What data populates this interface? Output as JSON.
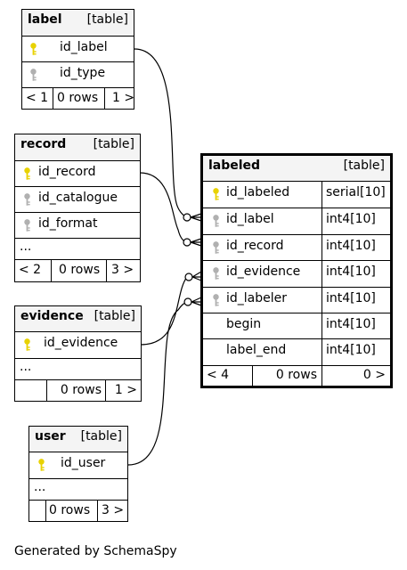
{
  "tables": {
    "label": {
      "name": "label",
      "type": "[table]",
      "columns": [
        {
          "name": "id_label",
          "key": "primary"
        },
        {
          "name": "id_type",
          "key": "foreign"
        }
      ],
      "footer": [
        "< 1",
        "0 rows",
        "1 >"
      ]
    },
    "record": {
      "name": "record",
      "type": "[table]",
      "columns": [
        {
          "name": "id_record",
          "key": "primary"
        },
        {
          "name": "id_catalogue",
          "key": "foreign"
        },
        {
          "name": "id_format",
          "key": "foreign"
        }
      ],
      "ellipsis": "...",
      "footer": [
        "< 2",
        "0 rows",
        "3 >"
      ]
    },
    "labeled": {
      "name": "labeled",
      "type": "[table]",
      "columns": [
        {
          "name": "id_labeled",
          "datatype": "serial[10]",
          "key": "primary"
        },
        {
          "name": "id_label",
          "datatype": "int4[10]",
          "key": "foreign"
        },
        {
          "name": "id_record",
          "datatype": "int4[10]",
          "key": "foreign"
        },
        {
          "name": "id_evidence",
          "datatype": "int4[10]",
          "key": "foreign"
        },
        {
          "name": "id_labeler",
          "datatype": "int4[10]",
          "key": "foreign"
        },
        {
          "name": "begin",
          "datatype": "int4[10]",
          "key": "none"
        },
        {
          "name": "label_end",
          "datatype": "int4[10]",
          "key": "none"
        }
      ],
      "footer": [
        "< 4",
        "0 rows",
        "0 >"
      ]
    },
    "evidence": {
      "name": "evidence",
      "type": "[table]",
      "columns": [
        {
          "name": "id_evidence",
          "key": "primary"
        }
      ],
      "ellipsis": "...",
      "footer": [
        "",
        "0 rows",
        "1 >"
      ]
    },
    "user": {
      "name": "user",
      "type": "[table]",
      "columns": [
        {
          "name": "id_user",
          "key": "primary"
        }
      ],
      "ellipsis": "...",
      "footer": [
        "",
        "0 rows",
        "3 >"
      ]
    }
  },
  "relationships": [
    {
      "from": "label.id_label",
      "to": "labeled.id_label"
    },
    {
      "from": "record.id_record",
      "to": "labeled.id_record"
    },
    {
      "from": "evidence.id_evidence",
      "to": "labeled.id_evidence"
    },
    {
      "from": "user.id_user",
      "to": "labeled.id_labeler"
    }
  ],
  "colors": {
    "primary_key": "#e8d200",
    "foreign_key": "#b0b0b0",
    "header_bg": "#f4f4f4"
  },
  "generated_by": "Generated by SchemaSpy"
}
